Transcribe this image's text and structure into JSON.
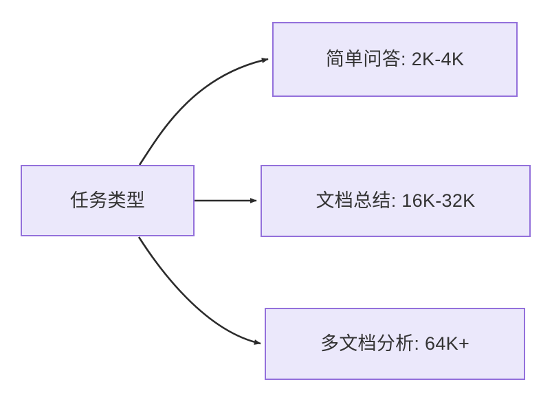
{
  "diagram": {
    "type": "flowchart",
    "direction": "left-to-right",
    "background_color": "#ffffff",
    "node_fill_color": "#ebe8fb",
    "node_border_color": "#9370db",
    "node_text_color": "#333333",
    "edge_color": "#2b2b2b",
    "nodes": [
      {
        "id": "root",
        "label": "任务类型",
        "role": "source"
      },
      {
        "id": "simple_qa",
        "label": "简单问答: 2K-4K",
        "role": "target"
      },
      {
        "id": "doc_summary",
        "label": "文档总结: 16K-32K",
        "role": "target"
      },
      {
        "id": "multi_doc",
        "label": "多文档分析: 64K+",
        "role": "target"
      }
    ],
    "edges": [
      {
        "id": "edge-root-simple-qa",
        "from": "root",
        "to": "simple_qa",
        "label": "",
        "style": "curved",
        "arrowhead": "filled-triangle"
      },
      {
        "id": "edge-root-doc-summary",
        "from": "root",
        "to": "doc_summary",
        "label": "",
        "style": "straight",
        "arrowhead": "filled-triangle"
      },
      {
        "id": "edge-root-multi-doc",
        "from": "root",
        "to": "multi_doc",
        "label": "",
        "style": "curved",
        "arrowhead": "filled-triangle"
      }
    ]
  }
}
